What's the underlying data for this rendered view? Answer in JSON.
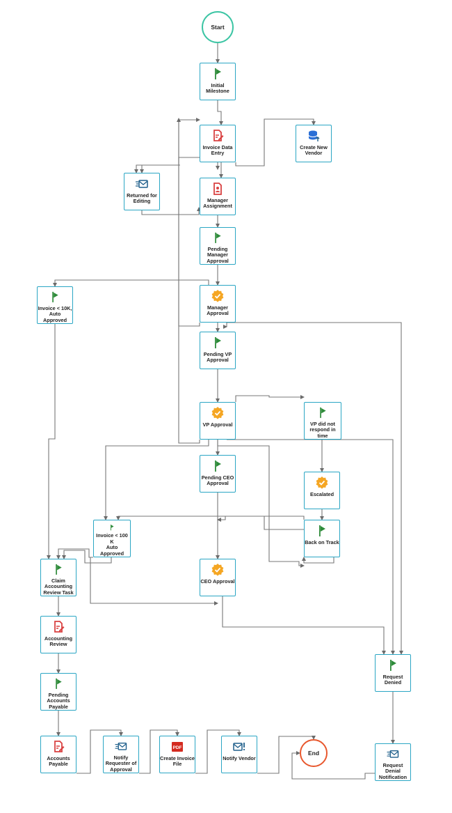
{
  "terminals": {
    "start": "Start",
    "end": "End"
  },
  "nodes": {
    "initial_milestone": {
      "label": "Initial\nMilestone",
      "icon": "flag-icon"
    },
    "invoice_data_entry": {
      "label": "Invoice Data\nEntry",
      "icon": "form-icon"
    },
    "create_new_vendor": {
      "label": "Create New\nVendor",
      "icon": "database-icon"
    },
    "returned_for_editing": {
      "label": "Returned for\nEditing",
      "icon": "email-icon"
    },
    "manager_assignment": {
      "label": "Manager\nAssignment",
      "icon": "user-doc-icon"
    },
    "pending_manager_approval": {
      "label": "Pending\nManager\nApproval",
      "icon": "flag-icon"
    },
    "invoice_10k": {
      "label": "Invoice < 10K,\nAuto Approved",
      "icon": "flag-icon"
    },
    "manager_approval": {
      "label": "Manager\nApproval",
      "icon": "approval-icon"
    },
    "pending_vp_approval": {
      "label": "Pending VP\nApproval",
      "icon": "flag-icon"
    },
    "vp_approval": {
      "label": "VP Approval",
      "icon": "approval-icon"
    },
    "vp_no_response": {
      "label": "VP did not\nrespond in time",
      "icon": "flag-icon"
    },
    "pending_ceo_approval": {
      "label": "Pending CEO\nApproval",
      "icon": "flag-icon"
    },
    "escalated": {
      "label": "Escalated",
      "icon": "approval-icon"
    },
    "invoice_100k": {
      "label": "Invoice < 100 K\nAuto Approved",
      "icon": "flag-icon"
    },
    "back_on_track": {
      "label": "Back on Track",
      "icon": "flag-icon"
    },
    "claim_accounting": {
      "label": "Claim\nAccounting\nReview Task",
      "icon": "flag-icon"
    },
    "ceo_approval": {
      "label": "CEO Approval",
      "icon": "approval-icon"
    },
    "accounting_review": {
      "label": "Accounting\nReview",
      "icon": "form-icon"
    },
    "request_denied": {
      "label": "Request Denied",
      "icon": "flag-icon"
    },
    "pending_ap": {
      "label": "Pending\nAccounts\nPayable",
      "icon": "flag-icon"
    },
    "accounts_payable": {
      "label": "Accounts\nPayable",
      "icon": "form-icon"
    },
    "notify_requester": {
      "label": "Notify\nRequester of\nApproval",
      "icon": "email-icon"
    },
    "create_invoice_file": {
      "label": "Create Invoice\nFile",
      "icon": "pdf-icon",
      "icon_text": "PDF"
    },
    "notify_vendor": {
      "label": "Notify Vendor",
      "icon": "email-alert-icon"
    },
    "request_denial_notification": {
      "label": "Request Denial\nNotification",
      "icon": "email-icon"
    }
  },
  "colors": {
    "node_border": "#2aa6c4",
    "connector": "#6b6b6b",
    "flag": "#2e8b3a",
    "form": "#d94141",
    "approval": "#f5a623",
    "email": "#1f5f8b",
    "database": "#2b6fd6",
    "start": "#3cc5a4",
    "end": "#e8572d"
  }
}
